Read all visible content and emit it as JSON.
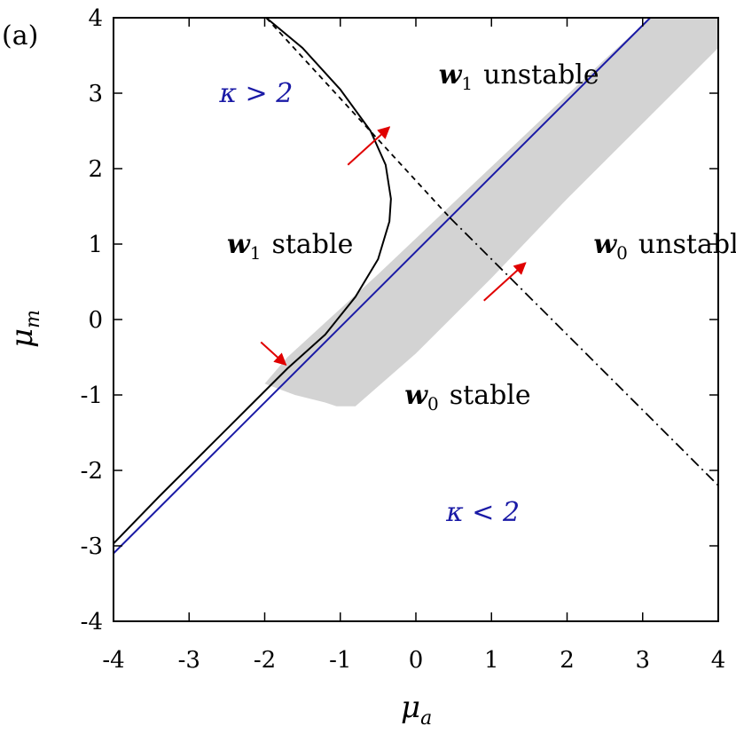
{
  "chart_data": {
    "type": "line",
    "panel_label": "(a)",
    "xlabel": "μ",
    "xlabel_sub": "a",
    "ylabel": "μ",
    "ylabel_sub": "m",
    "xlim": [
      -4,
      4
    ],
    "ylim": [
      -4,
      4
    ],
    "x_ticks": [
      -4,
      -3,
      -2,
      -1,
      0,
      1,
      2,
      3,
      4
    ],
    "y_ticks": [
      -4,
      -3,
      -2,
      -1,
      0,
      1,
      2,
      3,
      4
    ],
    "x_tick_labels": [
      "-4",
      "-3",
      "-2",
      "-1",
      "0",
      "1",
      "2",
      "3",
      "4"
    ],
    "y_tick_labels": [
      "-4",
      "-3",
      "-2",
      "-1",
      "0",
      "1",
      "2",
      "3",
      "4"
    ],
    "grid": false,
    "legend": "none",
    "colors": {
      "solid_boundary": "#000000",
      "kappa_line": "#1a1aa6",
      "dashed_boundary": "#000000",
      "shaded_band": "#d3d3d3",
      "arrows": "#e00000"
    },
    "series": [
      {
        "style": "solid-black",
        "x": [
          -1.98,
          -1.5,
          -1.0,
          -0.6,
          -0.4,
          -0.33,
          -0.35,
          -0.5,
          -0.8,
          -1.2,
          -1.7,
          -2.2,
          -2.8,
          -3.4,
          -4.0
        ],
        "y": [
          4.0,
          3.6,
          3.05,
          2.5,
          2.05,
          1.6,
          1.3,
          0.8,
          0.3,
          -0.2,
          -0.65,
          -1.15,
          -1.75,
          -2.35,
          -2.97
        ]
      },
      {
        "style": "solid-blue",
        "x": [
          -4.0,
          3.1
        ],
        "y": [
          -3.1,
          4.0
        ]
      },
      {
        "style": "dashed-black",
        "x": [
          -1.98,
          0.45
        ],
        "y": [
          4.0,
          1.35
        ]
      },
      {
        "style": "dashdot-black",
        "x": [
          0.45,
          4.0
        ],
        "y": [
          1.35,
          -2.2
        ]
      }
    ],
    "shaded_band": {
      "x": [
        -2.0,
        -1.7,
        -0.5,
        0.5,
        1.5,
        2.5,
        3.1,
        4.0,
        4.0,
        3.0,
        2.0,
        1.0,
        0.0,
        -0.8,
        -1.05,
        -1.2,
        -1.6
      ],
      "y": [
        -0.85,
        -0.5,
        0.6,
        1.55,
        2.5,
        3.45,
        4.0,
        4.0,
        3.6,
        2.6,
        1.6,
        0.55,
        -0.45,
        -1.15,
        -1.15,
        -1.1,
        -1.0
      ]
    },
    "arrows": [
      {
        "from": [
          -0.9,
          2.05
        ],
        "to": [
          -0.35,
          2.55
        ]
      },
      {
        "from": [
          0.9,
          0.25
        ],
        "to": [
          1.45,
          0.75
        ]
      },
      {
        "from": [
          -2.05,
          -0.3
        ],
        "to": [
          -1.72,
          -0.6
        ]
      }
    ],
    "annotations": [
      {
        "text_main": "κ > 2",
        "x": -2.6,
        "y": 3.0,
        "color": "blue"
      },
      {
        "text_main": "w",
        "text_sub": "1",
        "text_rest": "unstable",
        "x": 0.3,
        "y": 3.25
      },
      {
        "text_main": "w",
        "text_sub": "1",
        "text_rest": "stable",
        "x": -2.5,
        "y": 1.0
      },
      {
        "text_main": "w",
        "text_sub": "0",
        "text_rest": "unstable",
        "x": 2.35,
        "y": 1.0
      },
      {
        "text_main": "w",
        "text_sub": "0",
        "text_rest": "stable",
        "x": -0.15,
        "y": -1.0
      },
      {
        "text_main": "κ < 2",
        "x": 0.4,
        "y": -2.55,
        "color": "blue"
      }
    ]
  }
}
